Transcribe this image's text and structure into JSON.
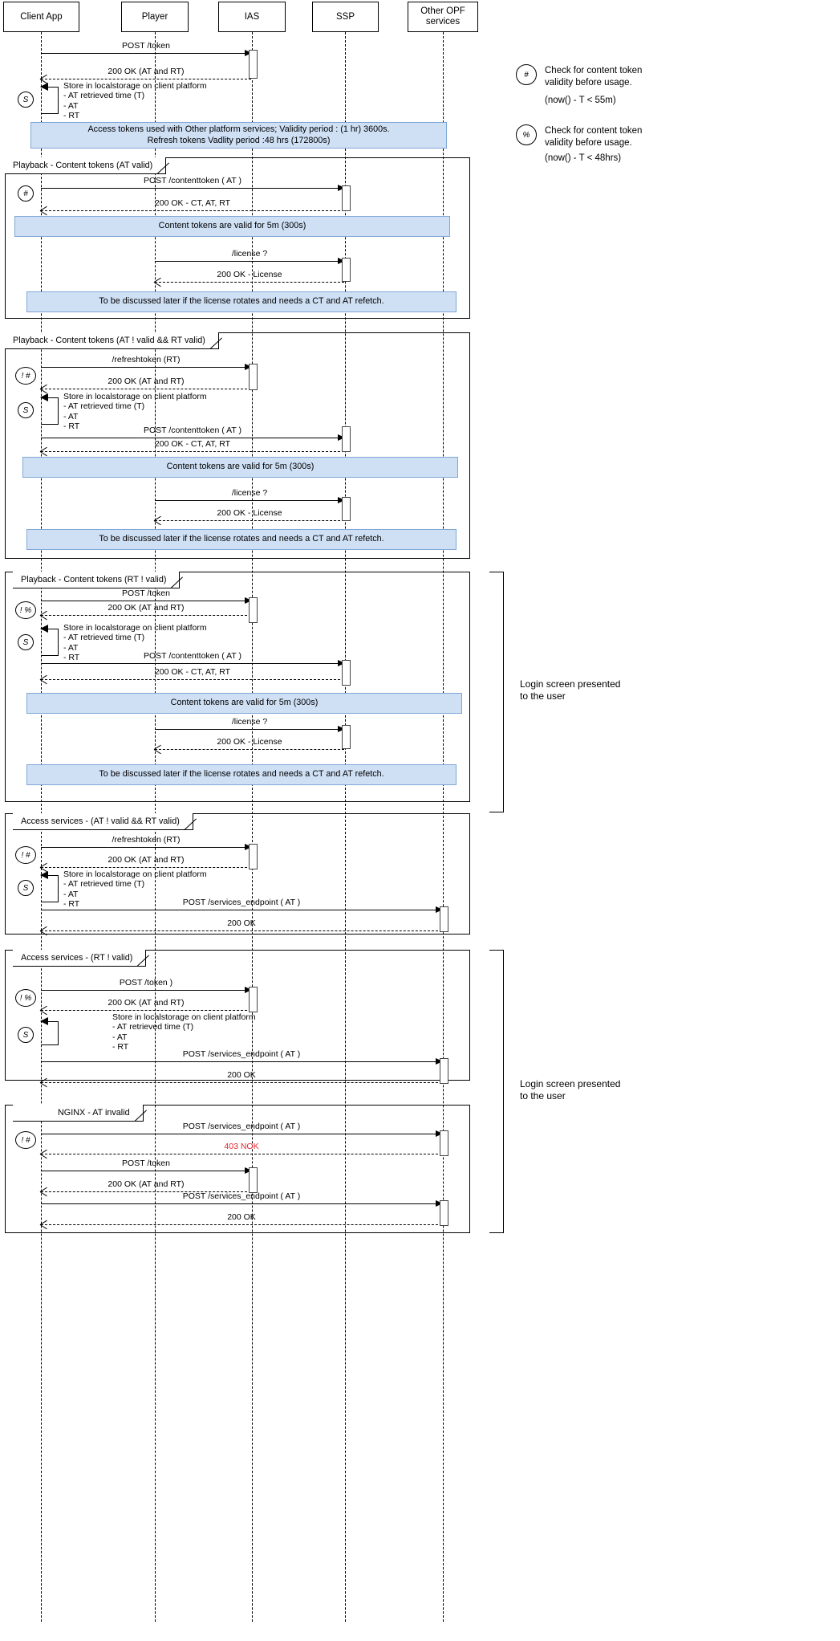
{
  "diagram": {
    "title": "Token lifecycle sequence diagram",
    "note_fill": "#cfe0f5",
    "note_stroke": "#7ea6d6",
    "error_color": "#e8262c"
  },
  "participants": [
    {
      "id": "client",
      "label": "Client App"
    },
    {
      "id": "player",
      "label": "Player"
    },
    {
      "id": "ias",
      "label": "IAS"
    },
    {
      "id": "ssp",
      "label": "SSP"
    },
    {
      "id": "opf",
      "label": "Other OPF\nservices"
    }
  ],
  "legend": [
    {
      "symbol": "#",
      "text": "Check for content token\nvalidity before usage.",
      "sub": "(now() - T < 55m)"
    },
    {
      "symbol": "%",
      "text": "Check for content token\nvalidity before usage.",
      "sub": "(now() - T <  48hrs)"
    }
  ],
  "markers": {
    "store": "S",
    "hash": "#",
    "not_hash": "! #",
    "not_percent": "! %"
  },
  "self_message": {
    "line1": "Store in localstorage on client platform",
    "line2": "- AT retrieved time (T)",
    "line3": "- AT",
    "line4": "- RT"
  },
  "notes": {
    "access_tokens": "Access tokens used with Other platform services; Validity period : (1 hr) 3600s.\nRefresh tokens Vadlity period :48 hrs (172800s)",
    "content_tokens_valid": "Content tokens are valid for 5m (300s)",
    "license_rotate": "To be discussed later if the license rotates and needs a CT and AT refetch."
  },
  "fragments": [
    {
      "id": "frag1",
      "label": "Playback - Content tokens (AT valid)"
    },
    {
      "id": "frag2",
      "label": "Playback - Content tokens (AT ! valid && RT valid)"
    },
    {
      "id": "frag3",
      "label": "Playback - Content tokens (RT ! valid)"
    },
    {
      "id": "frag4",
      "label": "Access services - (AT ! valid && RT valid)"
    },
    {
      "id": "frag5",
      "label": "Access services - (RT ! valid)"
    },
    {
      "id": "frag6",
      "label": "NGINX - AT invalid"
    }
  ],
  "brackets": [
    {
      "id": "bracket-top",
      "label": "Login screen presented\nto the user"
    },
    {
      "id": "bracket-bottom",
      "label": "Login screen presented\nto the user"
    }
  ],
  "messages": {
    "post_token": "POST /token",
    "post_token_paren": "POST /token )",
    "ok_at_rt": "200 OK (AT and RT)",
    "post_contenttoken": "POST /contenttoken ( AT )",
    "ok_ct_at_rt": "200 OK - CT, AT, RT",
    "license_q": "/license ?",
    "ok_license": "200 OK - License",
    "refreshtoken": "/refreshtoken (RT)",
    "post_services": "POST /services_endpoint ( AT )",
    "ok_200": "200 OK",
    "nok_403": "403 NOK"
  }
}
